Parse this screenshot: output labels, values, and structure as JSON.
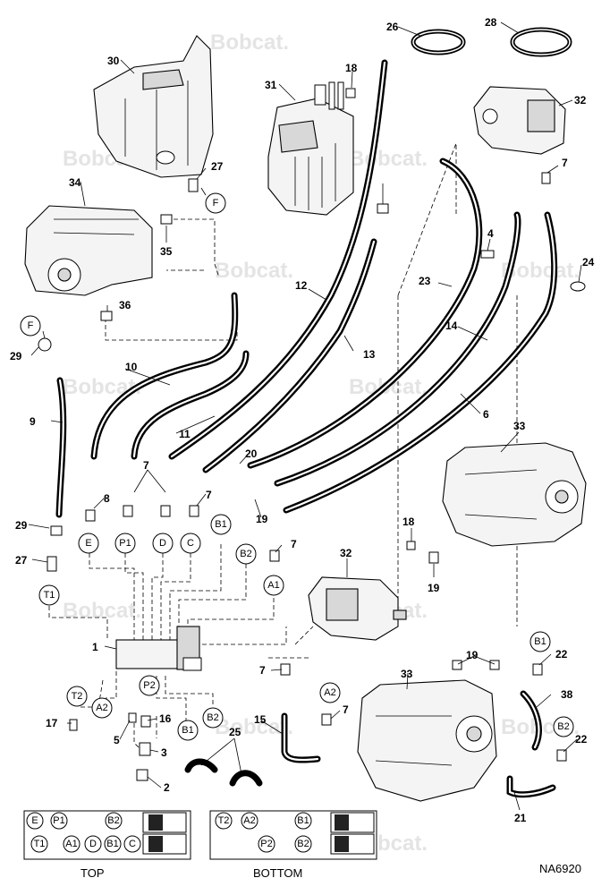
{
  "watermark": "Bobcat.",
  "diagram_id": "NA6920",
  "part_numbers": {
    "p1": "1",
    "p2": "2",
    "p3": "3",
    "p4": "4",
    "p5": "5",
    "p6": "6",
    "p7a": "7",
    "p7b": "7",
    "p7c": "7",
    "p7d": "7",
    "p7e": "7",
    "p7f": "7",
    "p8": "8",
    "p9": "9",
    "p10": "10",
    "p11": "11",
    "p12": "12",
    "p13": "13",
    "p14": "14",
    "p15": "15",
    "p16": "16",
    "p17": "17",
    "p18a": "18",
    "p18b": "18",
    "p19a": "19",
    "p19b": "19",
    "p19c": "19",
    "p20": "20",
    "p21": "21",
    "p22a": "22",
    "p22b": "22",
    "p23": "23",
    "p24": "24",
    "p25": "25",
    "p26": "26",
    "p27a": "27",
    "p27b": "27",
    "p28": "28",
    "p29a": "29",
    "p29b": "29",
    "p30": "30",
    "p31": "31",
    "p32a": "32",
    "p32b": "32",
    "p33a": "33",
    "p33b": "33",
    "p34": "34",
    "p35": "35",
    "p36": "36",
    "p38": "38"
  },
  "port_labels": {
    "F_top": "F",
    "F_left": "F",
    "E": "E",
    "P1": "P1",
    "D": "D",
    "C": "C",
    "B1": "B1",
    "B2": "B2",
    "A1": "A1",
    "T1": "T1",
    "T2": "T2",
    "A2": "A2",
    "P2": "P2",
    "B1_low": "B1",
    "B2_low": "B2",
    "A2_mid": "A2",
    "B1_right": "B1",
    "B2_right": "B2"
  },
  "legend": {
    "top_caption": "TOP",
    "bottom_caption": "BOTTOM",
    "top_row1": [
      "E",
      "P1",
      "B2"
    ],
    "top_row2": [
      "T1",
      "A1",
      "D",
      "B1",
      "C"
    ],
    "bottom_row1": [
      "T2",
      "A2",
      "B1"
    ],
    "bottom_row2": [
      "P2",
      "B2"
    ]
  }
}
